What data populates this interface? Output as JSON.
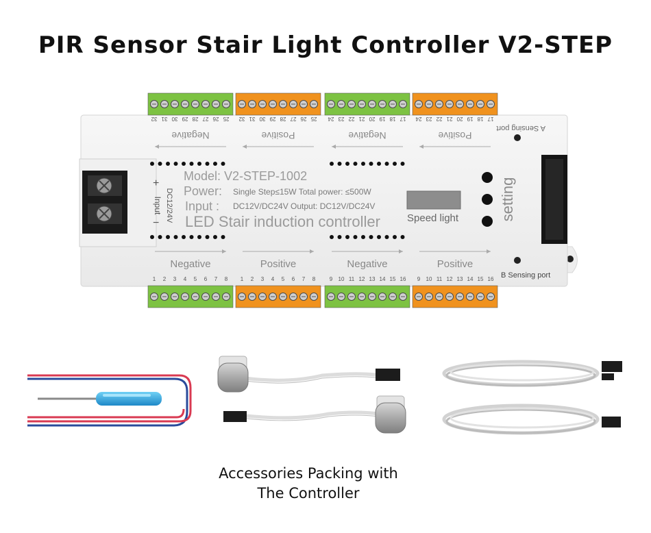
{
  "title": "PIR Sensor Stair Light Controller V2-STEP",
  "controller": {
    "model": "Model: V2-STEP-1002",
    "power": "Power:",
    "power_detail": "Single Step≤15W Total power: ≤500W",
    "input": "Input :",
    "input_detail": "DC12V/DC24V Output: DC12V/DC24V",
    "description": "LED Stair induction controller",
    "speed_light": "Speed light",
    "setting": "setting",
    "input_label": "Input",
    "input_voltage": "DC12/24V",
    "a_port": "A Sensing port",
    "b_port": "B Sensing port",
    "top_labels": [
      "Negative",
      "Positive",
      "Negative",
      "Positive"
    ],
    "bottom_labels": [
      "Negative",
      "Positive",
      "Negative",
      "Positive"
    ],
    "top_numbers": [
      [
        "32",
        "31",
        "30",
        "29",
        "28",
        "27",
        "26",
        "25"
      ],
      [
        "32",
        "31",
        "30",
        "29",
        "28",
        "27",
        "26",
        "25"
      ],
      [
        "24",
        "23",
        "22",
        "21",
        "20",
        "19",
        "18",
        "17"
      ],
      [
        "24",
        "23",
        "22",
        "21",
        "20",
        "19",
        "18",
        "17"
      ]
    ],
    "bottom_numbers": [
      [
        "1",
        "2",
        "3",
        "4",
        "5",
        "6",
        "7",
        "8"
      ],
      [
        "1",
        "2",
        "3",
        "4",
        "5",
        "6",
        "7",
        "8"
      ],
      [
        "9",
        "10",
        "11",
        "12",
        "13",
        "14",
        "15",
        "16"
      ],
      [
        "9",
        "10",
        "11",
        "12",
        "13",
        "14",
        "15",
        "16"
      ]
    ],
    "terminal_colors": {
      "green": "#7dc242",
      "orange": "#f0921e"
    }
  },
  "caption": {
    "line1": "Accessories Packing with",
    "line2": "The Controller"
  }
}
